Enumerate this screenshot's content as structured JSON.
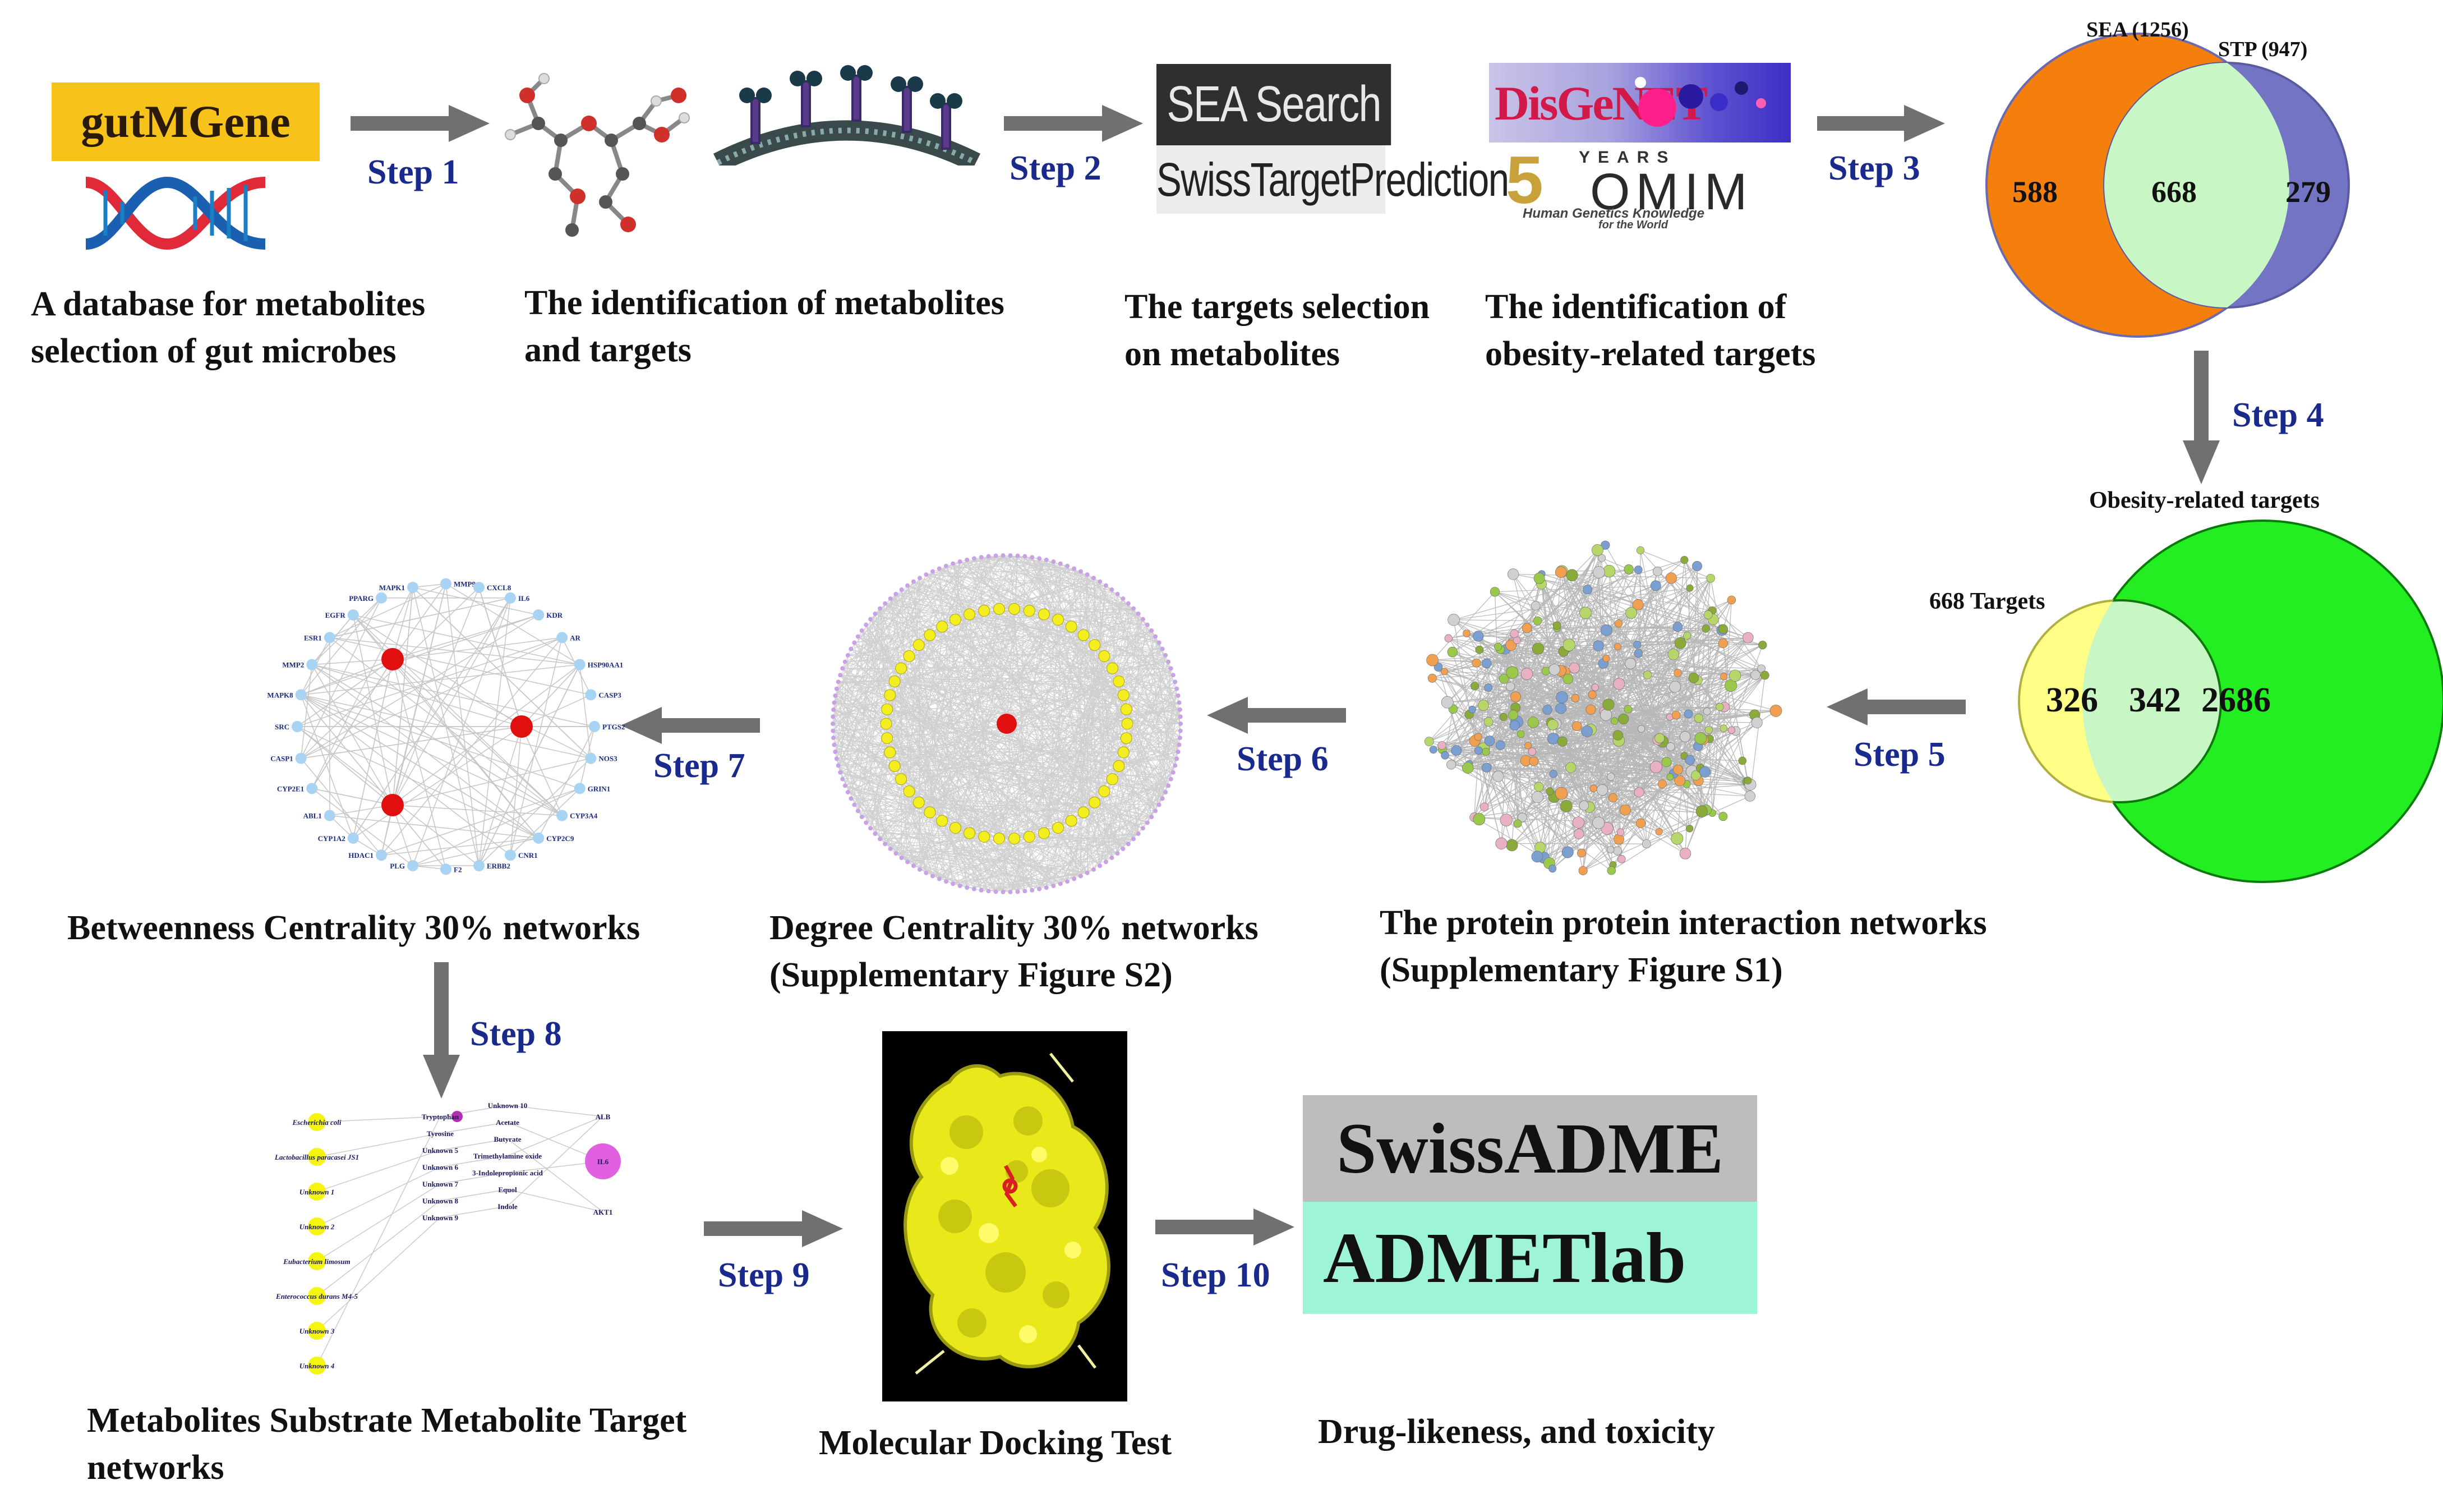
{
  "logos": {
    "gutmgene": "gutMGene",
    "sea_search_server": "SEA Search Server",
    "swiss_target_prediction": "SwissTargetPrediction",
    "disgenet": "DisGeNET",
    "omim_years": "YEARS",
    "omim_number": "5",
    "omim_name": "OMIM",
    "omim_tagline_1": "Human Genetics Knowledge",
    "omim_tagline_2": "for the World",
    "swissadme": "SwissADME",
    "admetlab": "ADMETlab"
  },
  "steps": [
    "Step 1",
    "Step 2",
    "Step 3",
    "Step 4",
    "Step 5",
    "Step 6",
    "Step 7",
    "Step 8",
    "Step 9",
    "Step 10"
  ],
  "captions": {
    "database_1": "A database for metabolites",
    "database_2": "selection of gut microbes",
    "identification_1": "The identification of metabolites",
    "identification_2": "and targets",
    "targets_1": "The targets selection",
    "targets_2": "on metabolites",
    "obesity_1": "The identification of",
    "obesity_2": "obesity-related targets",
    "ppi_1": "The protein protein interaction networks",
    "ppi_2": "(Supplementary Figure S1)",
    "degree_1": "Degree Centrality 30% networks",
    "degree_2": "(Supplementary Figure S2)",
    "betweenness": "Betweenness Centrality 30% networks",
    "msmt_1": "Metabolites Substrate Metabolite Target",
    "msmt_2": "networks",
    "docking": "Molecular Docking Test",
    "druglike": "Drug-likeness, and toxicity"
  },
  "venn1": {
    "sea_label": "SEA (1256)",
    "stp_label": "STP (947)",
    "left_only": "588",
    "overlap": "668",
    "right_only": "279",
    "colors": {
      "left": "#f57f0c",
      "overlap": "#c8f7c5",
      "right": "#7474c4"
    }
  },
  "venn2": {
    "title": "Obesity-related targets",
    "targets_label": "668 Targets",
    "left_only": "326",
    "overlap": "342",
    "right_only": "2686",
    "colors": {
      "left": "#ffff88",
      "overlap": "#c8f7c5",
      "right": "#22ee22"
    }
  },
  "betweenness_nodes": [
    "MMP9",
    "CXCL8",
    "IL6",
    "KDR",
    "AR",
    "HSP90AA1",
    "CASP3",
    "PTGS2",
    "NOS3",
    "GRIN1",
    "CYP3A4",
    "CYP2C9",
    "CNR1",
    "ERBB2",
    "F2",
    "PLG",
    "HDAC1",
    "CYP1A2",
    "ABL1",
    "CYP2E1",
    "CASP1",
    "SRC",
    "MAPK8",
    "MMP2",
    "ESR1",
    "EGFR",
    "PPARG",
    "MAPK1"
  ],
  "msmt": {
    "microbes": [
      "Escherichia coli",
      "Lactobacillus paracasei JS1",
      "Unknown 1",
      "Unknown 2",
      "Eubacterium limosum",
      "Enterococcus durans M4-5",
      "Unknown 3",
      "Unknown 4"
    ],
    "substrates": [
      "Tryptophan",
      "Tyrosine",
      "Unknown 5",
      "Unknown 6",
      "Unknown 7",
      "Unknown 8",
      "Unknown 9"
    ],
    "metabolites": [
      "Unknown 10",
      "Acetate",
      "Butyrate",
      "Trimethylamine oxide",
      "3-Indolepropionic acid",
      "Equol",
      "Indole"
    ],
    "targets": [
      "ALB",
      "IL6",
      "AKT1"
    ]
  }
}
